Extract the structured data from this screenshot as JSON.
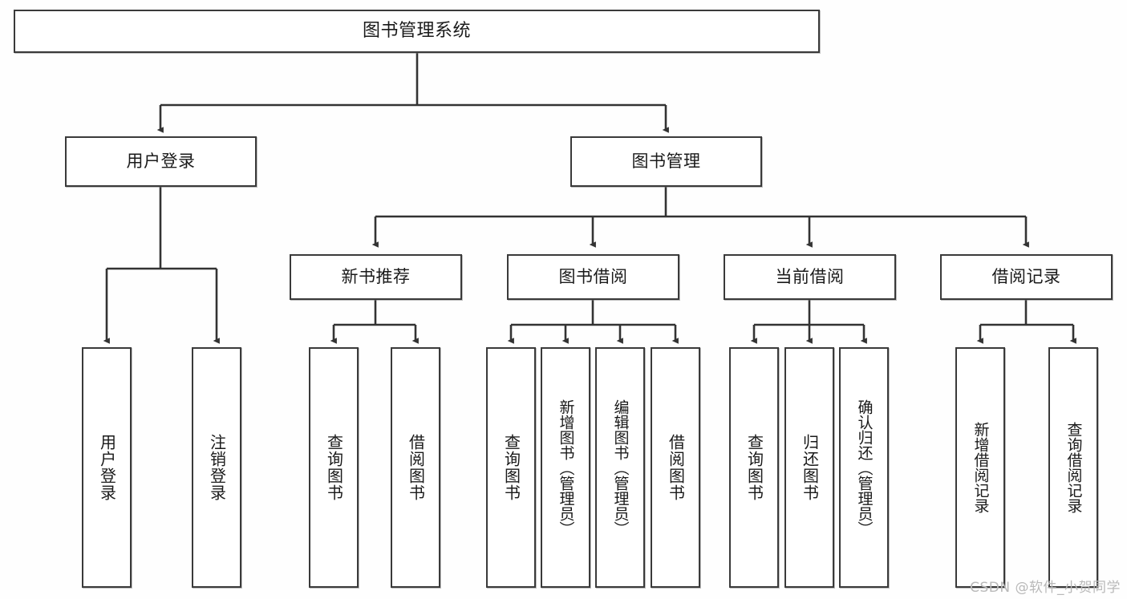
{
  "diagram": {
    "type": "tree",
    "title": "图书管理系统",
    "style": {
      "background": "#fefefe",
      "box_border": "#3a3a3a",
      "box_fill": "#ffffff",
      "edge_color": "#333333",
      "text_color": "#1a1a1a",
      "watermark_color": "#b9b9b9"
    },
    "root": {
      "label": "图书管理系统"
    },
    "level2": [
      {
        "label": "用户登录"
      },
      {
        "label": "图书管理"
      }
    ],
    "level3": [
      {
        "label": "新书推荐"
      },
      {
        "label": "图书借阅"
      },
      {
        "label": "当前借阅"
      },
      {
        "label": "借阅记录"
      }
    ],
    "leaves": {
      "user_login": [
        {
          "label": "用户登录"
        },
        {
          "label": "注销登录"
        }
      ],
      "new_book": [
        {
          "label": "查询图书"
        },
        {
          "label": "借阅图书"
        }
      ],
      "book_borrow": [
        {
          "label": "查询图书"
        },
        {
          "label": "新增图书（管理员）"
        },
        {
          "label": "编辑图书（管理员）"
        },
        {
          "label": "借阅图书"
        }
      ],
      "current_borrow": [
        {
          "label": "查询图书"
        },
        {
          "label": "归还图书"
        },
        {
          "label": "确认归还（管理员）"
        }
      ],
      "borrow_record": [
        {
          "label": "新增借阅记录"
        },
        {
          "label": "查询借阅记录"
        }
      ]
    }
  },
  "watermark": {
    "text": "CSDN @软件_小贺同学"
  }
}
